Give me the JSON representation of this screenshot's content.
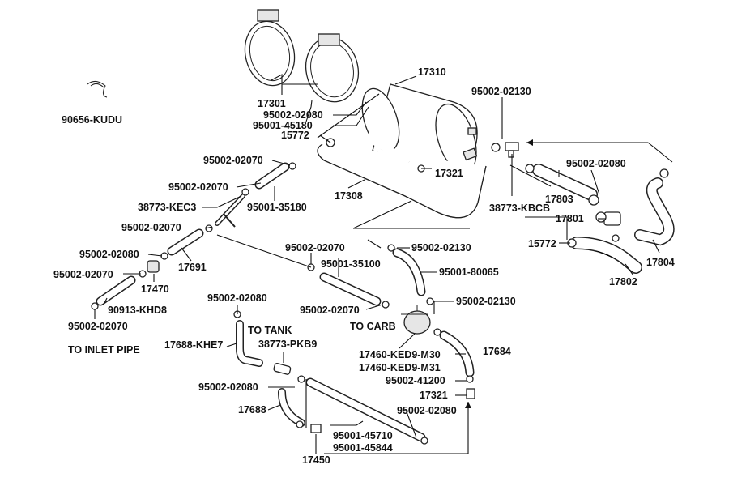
{
  "diagram": {
    "labels": {
      "p90656": "90656-KUDU",
      "p17301": "17301",
      "p17310": "17310",
      "p95002_02130_top": "95002-02130",
      "p95002_02080_a": "95002-02080",
      "p95001_45180": "95001-45180",
      "p15772_a": "15772",
      "p95002_02070_a": "95002-02070",
      "p95002_02070_b": "95002-02070",
      "p38773_kec3": "38773-KEC3",
      "p95001_35180": "95001-35180",
      "p17308": "17308",
      "p17321_a": "17321",
      "p95002_02080_b": "95002-02080",
      "p17803": "17803",
      "p38773_kbcb": "38773-KBCB",
      "p17801": "17801",
      "p15772_b": "15772",
      "p17802": "17802",
      "p17804": "17804",
      "p95002_02070_c": "95002-02070",
      "p95002_02080_c": "95002-02080",
      "p95002_02070_d": "95002-02070",
      "p17691": "17691",
      "p17470": "17470",
      "p90913_khd8": "90913-KHD8",
      "p95002_02070_e": "95002-02070",
      "to_inlet_pipe": "TO INLET PIPE",
      "p95002_02070_f": "95002-02070",
      "p95002_02130_mid": "95002-02130",
      "p95001_35100": "95001-35100",
      "p95001_80065": "95001-80065",
      "p95002_02130_low": "95002-02130",
      "p95002_02070_g": "95002-02070",
      "to_carb": "TO CARB",
      "p17684": "17684",
      "p17460_m30": "17460-KED9-M30",
      "p17460_m31": "17460-KED9-M31",
      "p95002_41200": "95002-41200",
      "p17321_b": "17321",
      "p95002_02080_d": "95002-02080",
      "p95001_45710": "95001-45710",
      "p95001_45844": "95001-45844",
      "p17450": "17450",
      "p17688": "17688",
      "p95002_02080_e": "95002-02080",
      "to_tank": "TO TANK",
      "p38773_pkb9": "38773-PKB9",
      "p17688_khe7": "17688-KHE7",
      "p95002_02080_f": "95002-02080"
    }
  }
}
